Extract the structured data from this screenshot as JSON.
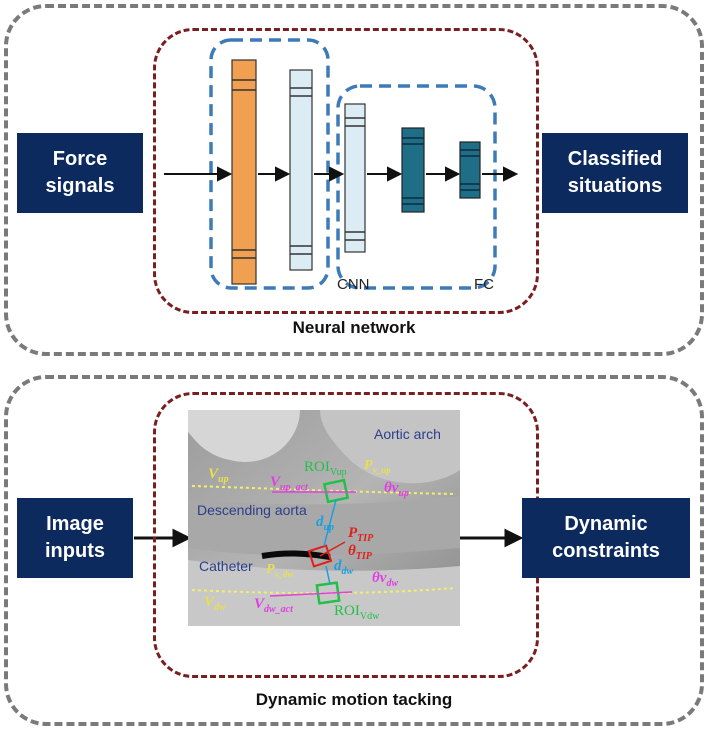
{
  "neural_network": {
    "caption": "Neural network",
    "input_label": "Force signals",
    "output_label": "Classified situations",
    "cnn_label": "CNN",
    "fc_label": "FC"
  },
  "motion": {
    "caption": "Dynamic motion tacking",
    "input_label": "Image inputs",
    "output_label": "Dynamic constraints",
    "image_labels": {
      "aortic_arch": "Aortic arch",
      "descending_aorta": "Descending aorta",
      "catheter": "Catheter",
      "roi_up": "ROI",
      "roi_up_sub": "Vup",
      "roi_dw": "ROI",
      "roi_dw_sub": "Vdw",
      "v_up": "V",
      "v_up_sub": "up",
      "v_dw": "V",
      "v_dw_sub": "dw",
      "v_up_act": "V",
      "v_up_act_sub": "up_act",
      "v_dw_act": "V",
      "v_dw_act_sub": "dw_act",
      "p_v_up": "P",
      "p_v_up_sub": "v_up",
      "p_v_dw": "P",
      "p_v_dw_sub": "v_dw",
      "theta_v_up": "θv",
      "theta_v_up_sub": "up",
      "theta_v_dw": "θv",
      "theta_v_dw_sub": "dw",
      "d_up": "d",
      "d_up_sub": "up",
      "d_dw": "d",
      "d_dw_sub": "dw",
      "p_tip": "P",
      "p_tip_sub": "TIP",
      "theta_tip": "θ",
      "theta_tip_sub": "TIP"
    }
  },
  "colors": {
    "navy": "#0d2a5e",
    "orange_layer": "#f0a050",
    "light_layer": "#dcecf4",
    "teal_layer": "#1f6e88",
    "panel_border": "#7a7a7a",
    "inner_border": "#7a1f1f",
    "group_border": "#3d7ab8"
  }
}
